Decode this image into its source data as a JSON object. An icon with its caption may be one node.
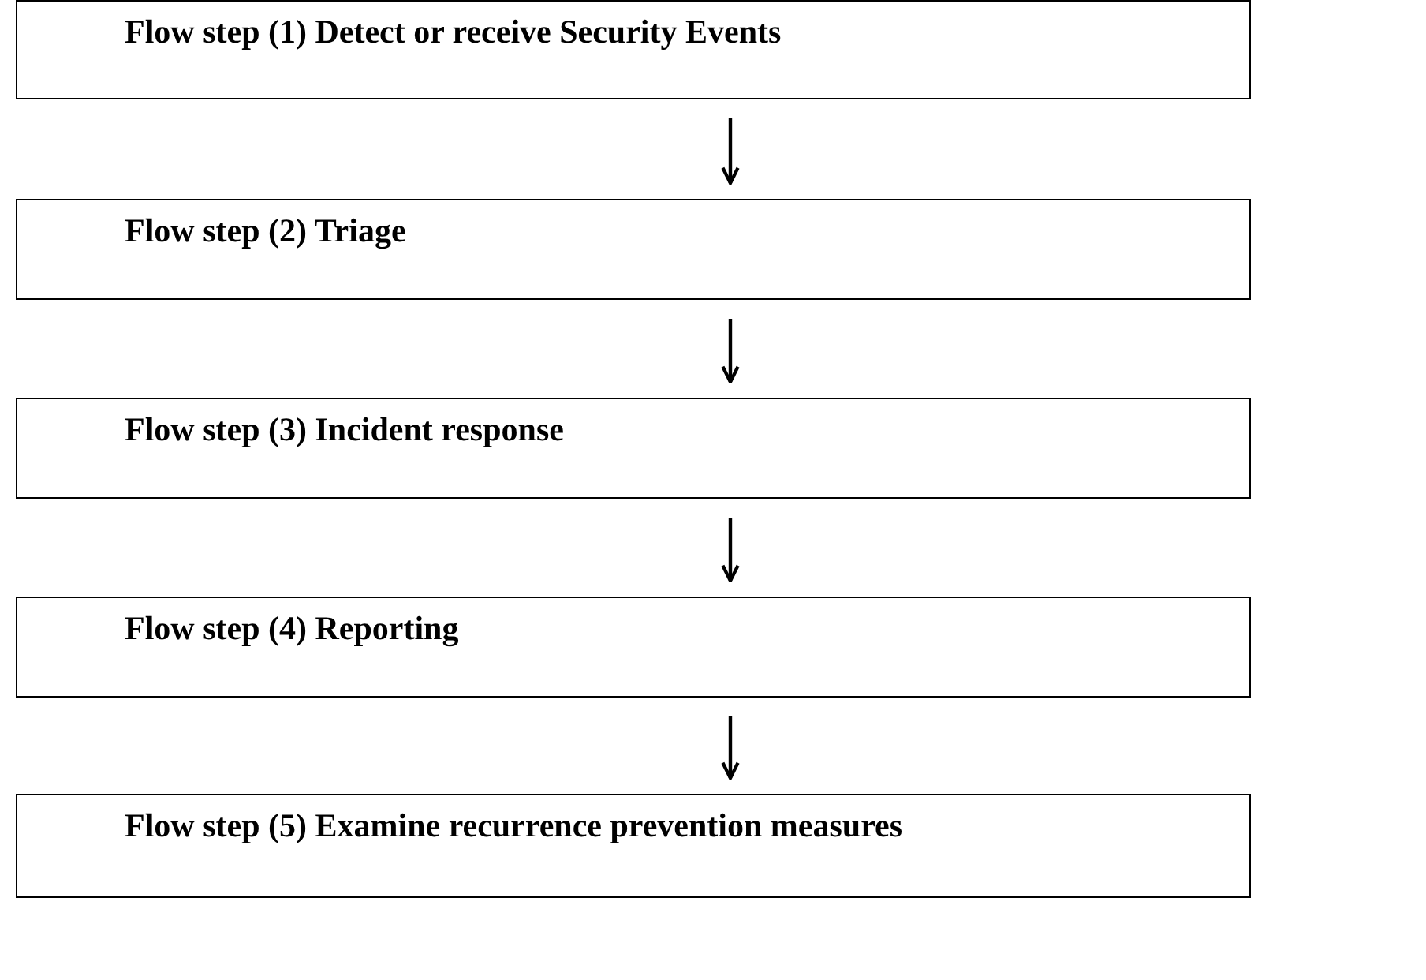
{
  "diagram": {
    "nodes": [
      {
        "text": [
          "Flow step (1) Detect or receive Security Events"
        ]
      },
      {
        "text": [
          "Flow step (2) Triage"
        ]
      },
      {
        "text": [
          "Flow step (3) Incident response"
        ]
      },
      {
        "text": [
          "Flow step (4) Reporting"
        ]
      },
      {
        "text": [
          "Flow step (5) Examine recurrence prevention measures"
        ]
      }
    ],
    "edges": [
      {
        "from": 0,
        "to": 1,
        "arrow": "to"
      },
      {
        "from": 1,
        "to": 2,
        "arrow": "to"
      },
      {
        "from": 2,
        "to": 3,
        "arrow": "to"
      },
      {
        "from": 3,
        "to": 4,
        "arrow": "to"
      }
    ]
  }
}
